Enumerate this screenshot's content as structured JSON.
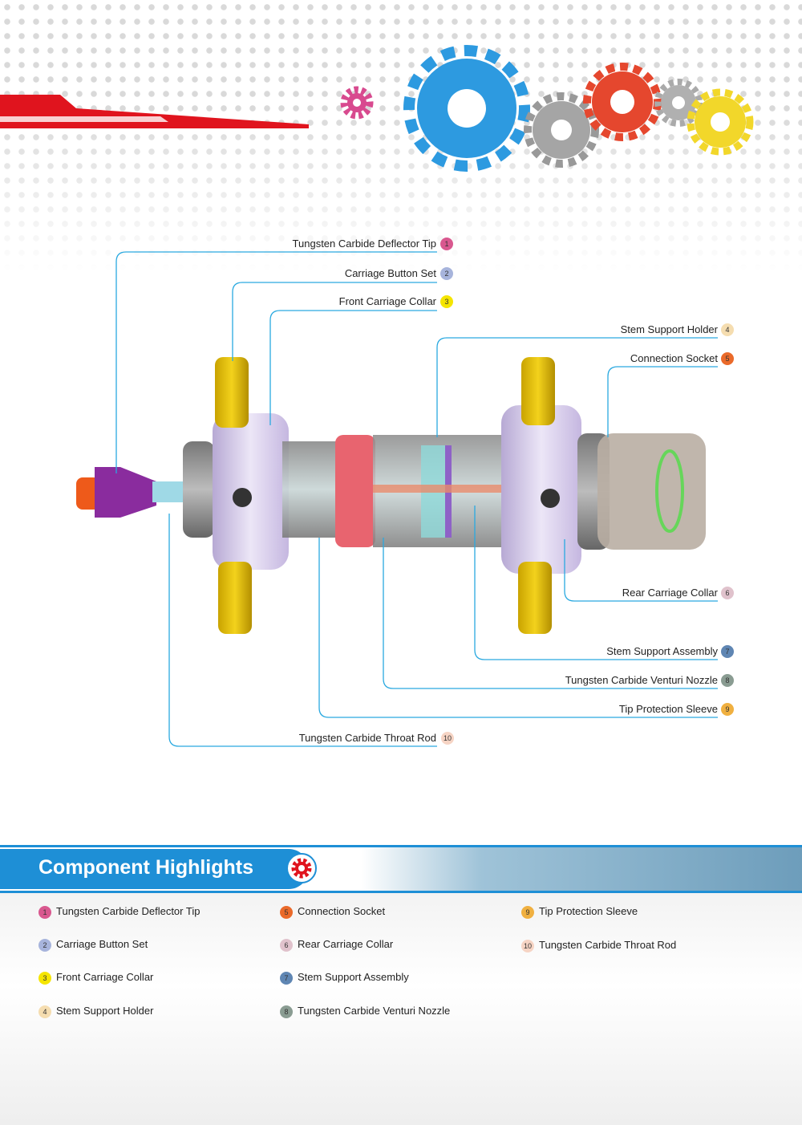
{
  "callouts": [
    {
      "num": "1",
      "label": "Tungsten Carbide Deflector Tip",
      "color": "#d9588f"
    },
    {
      "num": "2",
      "label": "Carriage Button Set",
      "color": "#a7b4dc"
    },
    {
      "num": "3",
      "label": "Front Carriage Collar",
      "color": "#f5e500"
    },
    {
      "num": "4",
      "label": "Stem Support Holder",
      "color": "#f5ddb0"
    },
    {
      "num": "5",
      "label": "Connection Socket",
      "color": "#ea6a2a"
    },
    {
      "num": "6",
      "label": "Rear Carriage Collar",
      "color": "#e0c2cc"
    },
    {
      "num": "7",
      "label": "Stem Support Assembly",
      "color": "#5f86b3"
    },
    {
      "num": "8",
      "label": "Tungsten Carbide Venturi Nozzle",
      "color": "#8a9c92"
    },
    {
      "num": "9",
      "label": "Tip Protection Sleeve",
      "color": "#f0b040"
    },
    {
      "num": "10",
      "label": "Tungsten Carbide Throat Rod",
      "color": "#f6d4c4"
    }
  ],
  "section": {
    "title": "Component Highlights",
    "icon": "gear-icon"
  },
  "colors": {
    "accent": "#1e8fd6",
    "line": "#2aa9e0",
    "red": "#e0141e"
  }
}
